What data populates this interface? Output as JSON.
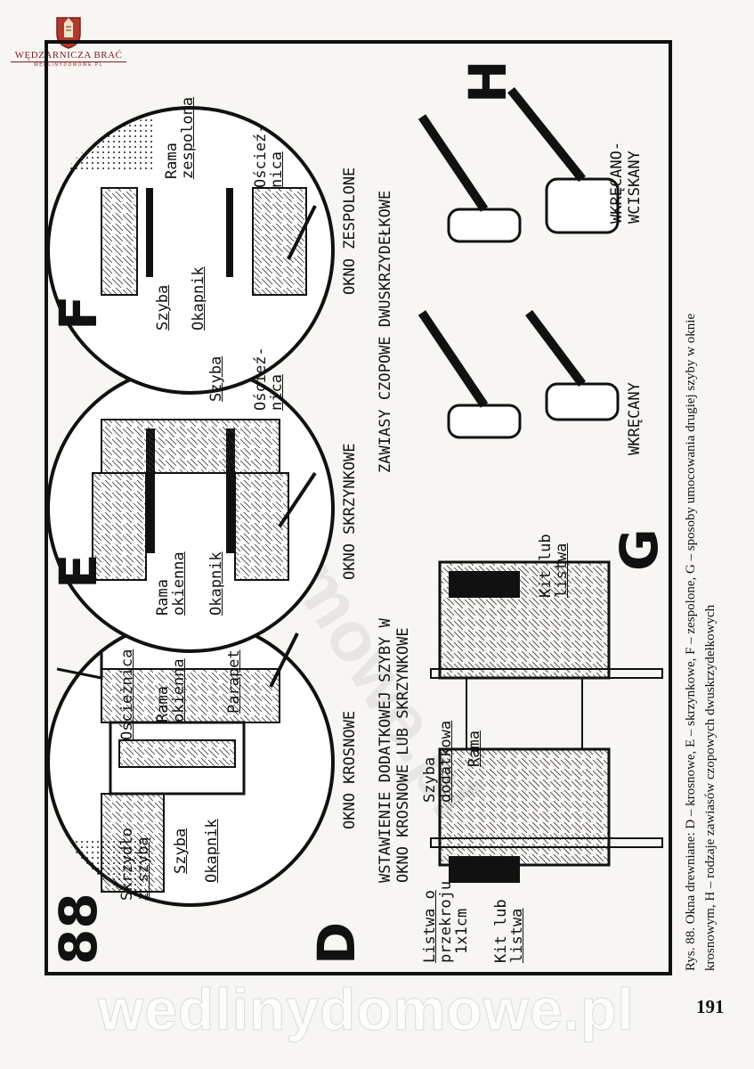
{
  "logo": {
    "name": "WĘDZARNICZA BRAĆ",
    "sub": "WĘDLINYDOMOWE.PL"
  },
  "figure_number": "88",
  "letters": {
    "D": "D",
    "E": "E",
    "F": "F",
    "G": "G",
    "H": "H"
  },
  "panelD": {
    "label1": "Ościeżnica",
    "label2a": "Rama",
    "label2b": "okienna",
    "label3": "Parapet",
    "label4a": "Skrzydło",
    "label4b": "z szybą",
    "label5": "Szyba",
    "label6": "Okapnik",
    "title": "OKNO KROSNOWE"
  },
  "panelE": {
    "label1a": "Rama",
    "label1b": "okienna",
    "label2": "Okapnik",
    "label3": "Szyba",
    "label4a": "Ościeź-",
    "label4b": "nica",
    "title": "OKNO SKRZYNKOWE"
  },
  "panelF": {
    "label1a": "Rama",
    "label1b": "zespolona",
    "label2a": "Ościeź-",
    "label2b": "nica",
    "label3": "Szyba",
    "label4": "Okapnik",
    "title": "OKNO ZESPOLONE"
  },
  "panelG": {
    "title1": "WSTAWIENIE DODATKOWEJ SZYBY W",
    "title2": "OKNO KROSNOWE LUB SKRZYNKOWE",
    "l1a": "Listwa o",
    "l1b": "przekroju",
    "l1c": "1x1cm",
    "l2a": "Kit lub",
    "l2b": "listwa",
    "l3a": "Szyba",
    "l3b": "dodatkowa",
    "l4": "Rama",
    "l5a": "Kit lub",
    "l5b": "listwa"
  },
  "panelH": {
    "title": "ZAWIASY CZOPOWE DWUSKRZYDEŁKOWE",
    "type1": "WKRĘCANY",
    "type2a": "WKRĘCANO-",
    "type2b": "WCISKANY"
  },
  "caption": {
    "line1": "Rys. 88. Okna drewniane: D – krosnowe, E – skrzynkowe, F – zespolone, G – sposoby umocowania drugiej szyby w oknie",
    "line2": "krosnowym, H – rodzaje zawiasów czopowych dwuskrzydełkowych"
  },
  "page_number": "191",
  "watermark": "wedlinydomowe.pl"
}
